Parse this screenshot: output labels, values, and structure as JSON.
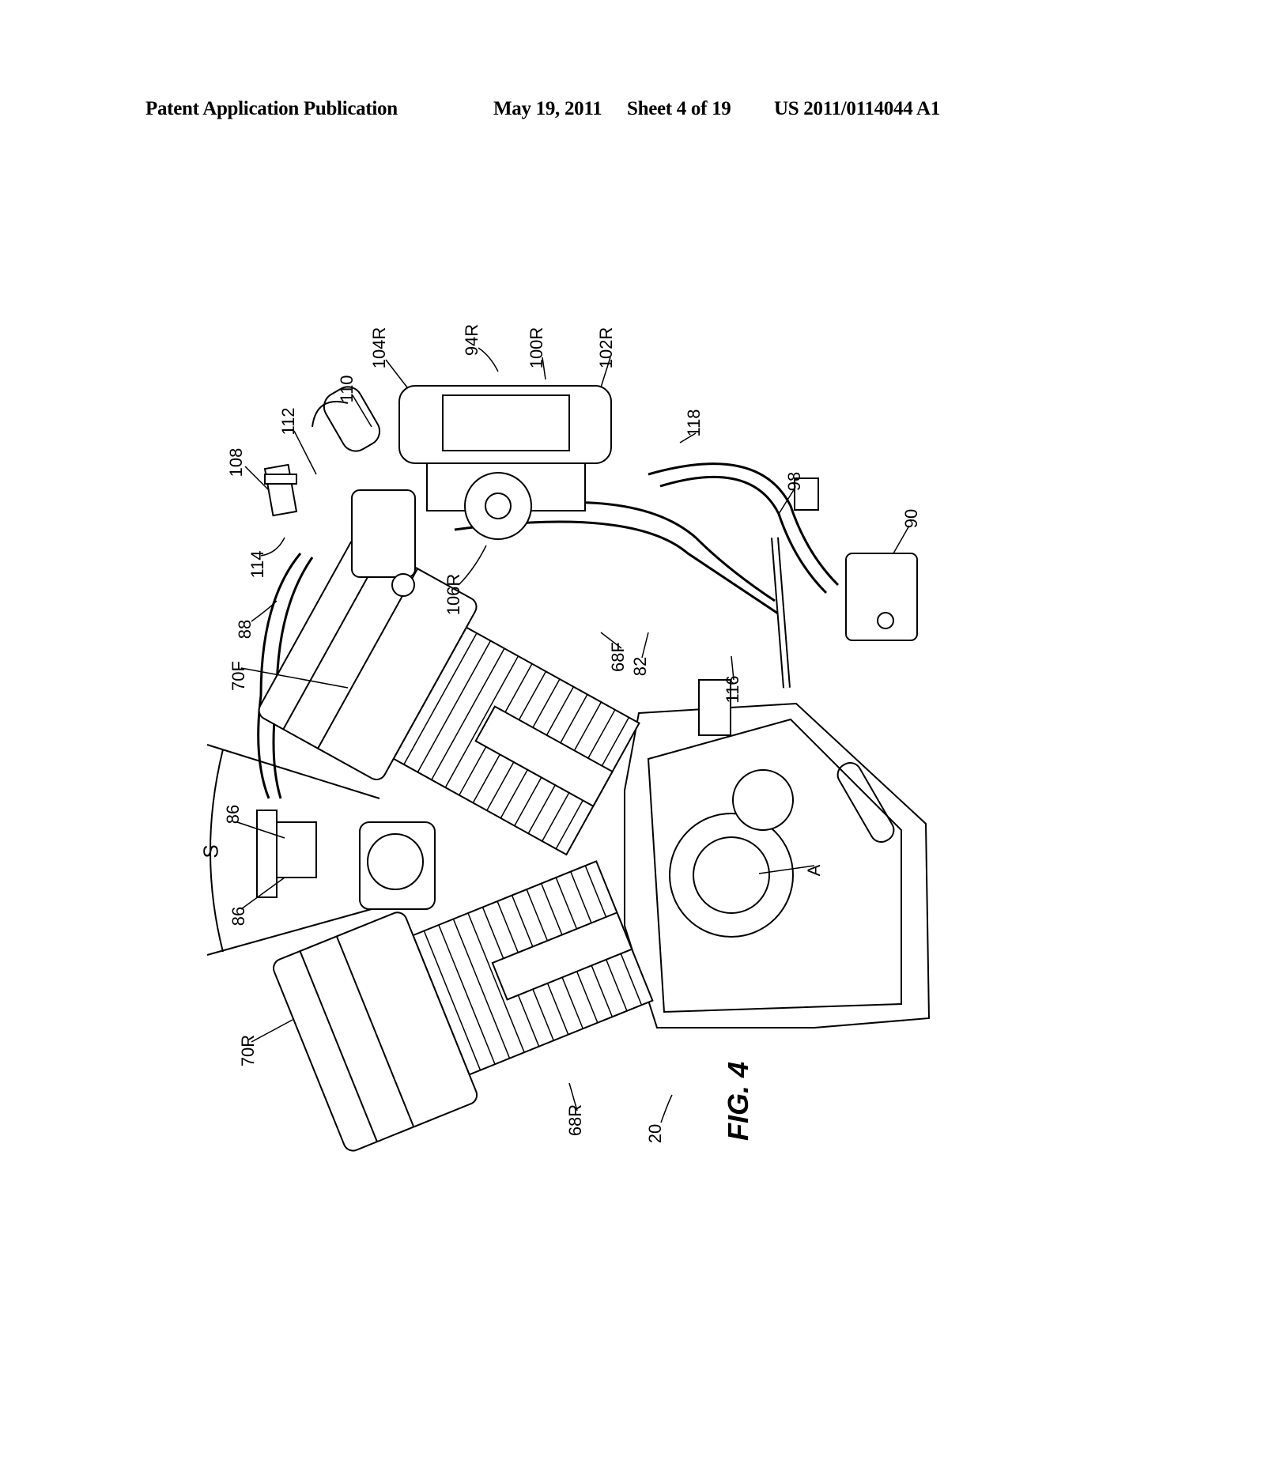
{
  "header": {
    "publication": "Patent Application Publication",
    "date": "May 19, 2011",
    "sheet": "Sheet 4 of 19",
    "number": "US 2011/0114044 A1"
  },
  "figure": {
    "caption": "FIG. 4",
    "labels": {
      "l108": "108",
      "l112": "112",
      "l110": "110",
      "l104R": "104R",
      "l94R": "94R",
      "l100R": "100R",
      "l102R": "102R",
      "l118": "118",
      "l98": "98",
      "l90": "90",
      "l114": "114",
      "l106R": "106R",
      "l88": "88",
      "l82": "82",
      "l68F": "68F",
      "l116": "116",
      "l70F": "70F",
      "l86a": "86",
      "lS": "S",
      "l86b": "86",
      "lA": "A",
      "l70R": "70R",
      "l68R": "68R",
      "l20": "20"
    }
  }
}
